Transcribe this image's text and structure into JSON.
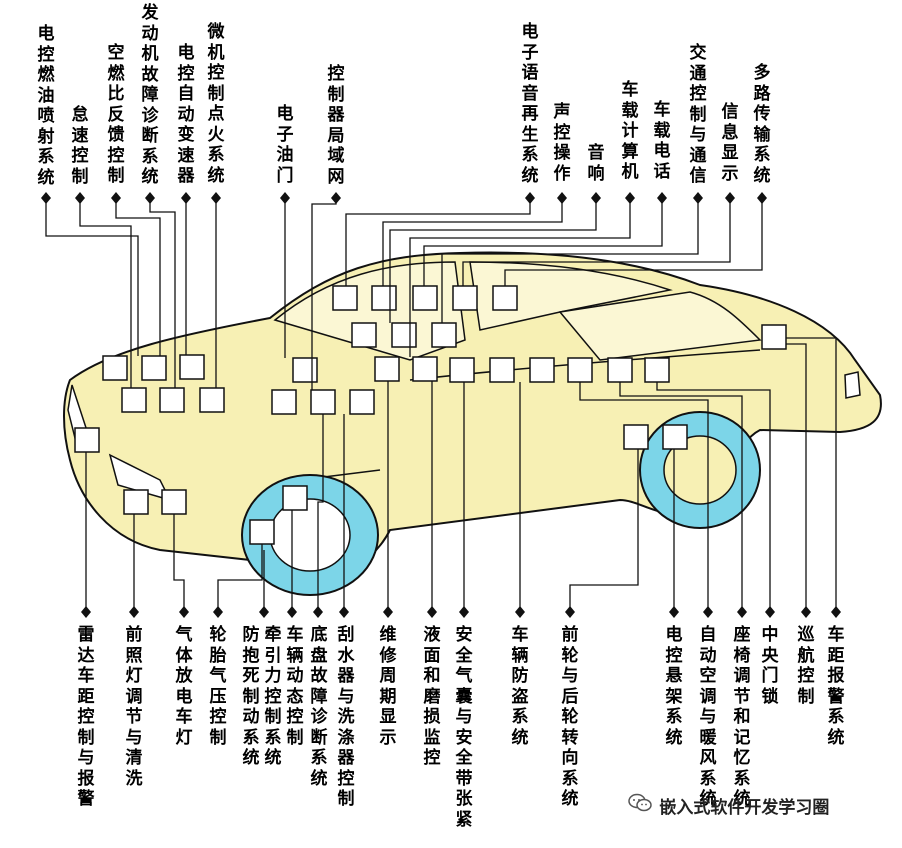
{
  "top_labels": [
    "电控燃油喷射系统",
    "怠速控制",
    "空燃比反馈控制",
    "发动机故障诊断系统",
    "电控自动变速器",
    "微机控制点火系统",
    "电子油门",
    "控制器局域网",
    "电子语音再生系统",
    "声控操作",
    "音响",
    "车载计算机",
    "车载电话",
    "交通控制与通信",
    "信息显示",
    "多路传输系统"
  ],
  "bottom_labels": [
    "雷达车距控制与报警",
    "前照灯调节与清洗",
    "气体放电车灯",
    "轮胎气压控制",
    "防抱死制动系统",
    "牵引力控制系统",
    "车辆动态控制",
    "底盘故障诊断系统",
    "刮水器与洗涤器控制",
    "维修周期显示",
    "液面和磨损监控",
    "安全气囊与安全带张紧",
    "车辆防盗系统",
    "前轮与后轮转向系统",
    "电控悬架系统",
    "自动空调与暖风系统",
    "座椅调节和记忆系统",
    "中央门锁",
    "巡航控制",
    "车距报警系统"
  ],
  "watermark": "嵌入式软件开发学习圈",
  "colors": {
    "car_body": "#f7f0b4",
    "outline": "#111111",
    "tire": "#7cd5e8"
  }
}
